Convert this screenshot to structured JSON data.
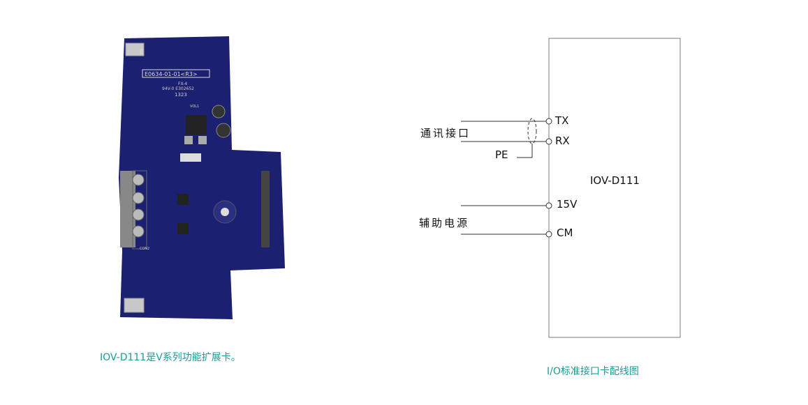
{
  "photo": {
    "board_markings": [
      "E",
      "E0634-01-01<R3>",
      "FX-4",
      "94V-0 E302652",
      "1323",
      "VOL1",
      "CON2"
    ],
    "caption": "IOV-D111是V系列功能扩展卡。"
  },
  "diagram": {
    "device_label": "IOV-D111",
    "groups": [
      {
        "label": "通讯接口",
        "terminals": [
          "TX",
          "RX"
        ],
        "shield_label": "PE"
      },
      {
        "label": "辅助电源",
        "terminals": [
          "15V",
          "CM"
        ]
      }
    ],
    "caption": "I/O标准接口卡配线图"
  },
  "colors": {
    "caption": "#1b9c94",
    "pcb": "#1c2070"
  }
}
